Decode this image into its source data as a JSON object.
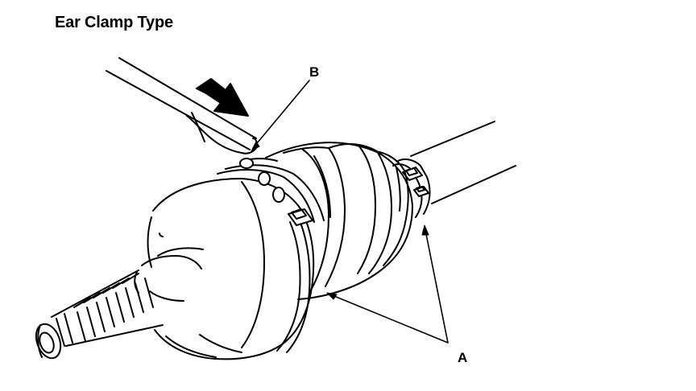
{
  "title": "Ear Clamp Type",
  "callouts": {
    "b": "B",
    "a": "A"
  },
  "colors": {
    "line": "#000000",
    "background": "#ffffff"
  }
}
